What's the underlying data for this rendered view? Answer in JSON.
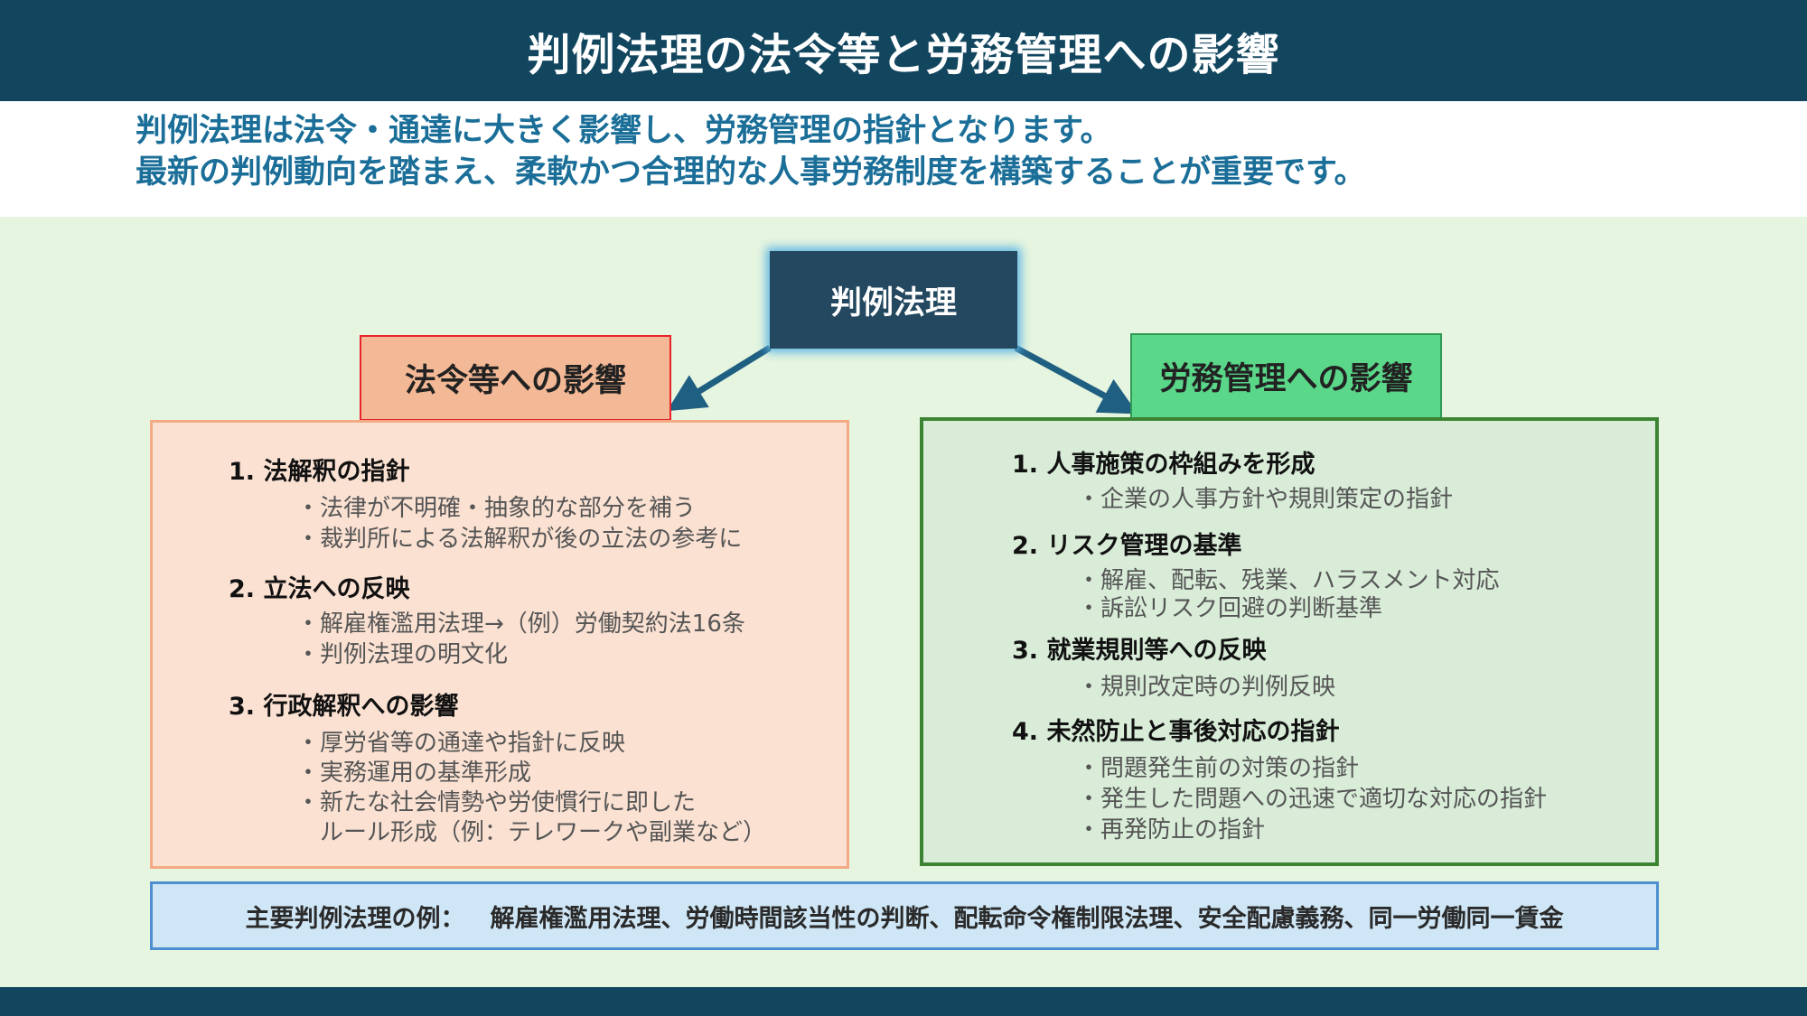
{
  "header": {
    "title": "判例法理の法令等と労務管理への影響"
  },
  "intro": {
    "line1": "判例法理は法令・通達に大きく影響し、労務管理の指針となります。",
    "line2": "最新の判例動向を踏まえ、柔軟かつ合理的な人事労務制度を構築することが重要です。"
  },
  "root": {
    "label": "判例法理"
  },
  "left": {
    "title": "法令等への影響",
    "sections": [
      {
        "heading": "1. 法解釈の指針",
        "bullets": [
          "・法律が不明確・抽象的な部分を補う",
          "・裁判所による法解釈が後の立法の参考に"
        ]
      },
      {
        "heading": "2. 立法への反映",
        "bullets": [
          "・解雇権濫用法理→（例）労働契約法16条",
          "・判例法理の明文化"
        ]
      },
      {
        "heading": "3. 行政解釈への影響",
        "bullets": [
          "・厚労省等の通達や指針に反映",
          "・実務運用の基準形成",
          "・新たな社会情勢や労使慣行に即した",
          "　ルール形成（例：テレワークや副業など）"
        ]
      }
    ]
  },
  "right": {
    "title": "労務管理への影響",
    "sections": [
      {
        "heading": "1. 人事施策の枠組みを形成",
        "bullets": [
          "・企業の人事方針や規則策定の指針"
        ]
      },
      {
        "heading": "2. リスク管理の基準",
        "bullets": [
          "・解雇、配転、残業、ハラスメント対応",
          "・訴訟リスク回避の判断基準"
        ]
      },
      {
        "heading": "3. 就業規則等への反映",
        "bullets": [
          "・規則改定時の判例反映"
        ]
      },
      {
        "heading": "4. 未然防止と事後対応の指針",
        "bullets": [
          "・問題発生前の対策の指針",
          "・発生した問題への迅速で適切な対応の指針",
          "・再発防止の指針"
        ]
      }
    ]
  },
  "footer_note": {
    "label": "主要判例法理の例：",
    "items": "解雇権濫用法理、労働時間該当性の判断、配転命令権制限法理、安全配慮義務、同一労働同一賃金"
  },
  "colors": {
    "header_bg": "#12465f",
    "intro_text": "#1a6e98",
    "canvas_bg": "#e6f5df",
    "root_bg": "#23485f",
    "left_title_bg": "#f3b895",
    "left_title_border": "#e8232a",
    "left_panel_bg": "#fae1d2",
    "right_title_bg": "#5bd78a",
    "right_panel_bg": "#d8ecd8",
    "right_panel_border": "#3c8434",
    "banner_bg": "#cfe6f6",
    "arrow": "#1f5f82"
  }
}
